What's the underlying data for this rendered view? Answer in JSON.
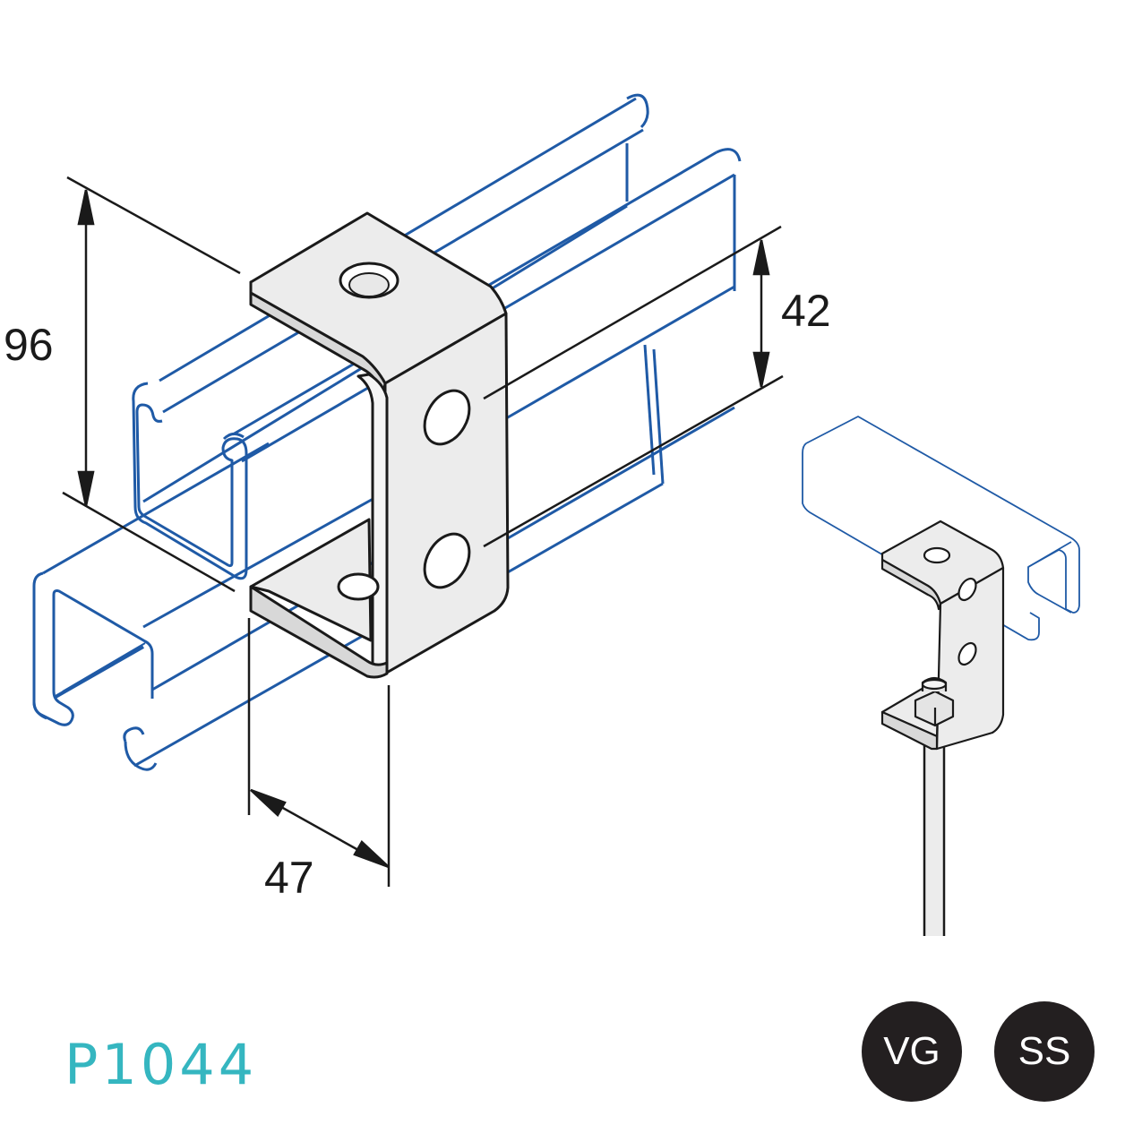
{
  "dimensions": {
    "height": "96",
    "hole_spacing": "42",
    "width": "47"
  },
  "product_code": "P1044",
  "finish_badges": [
    {
      "label": "VG"
    },
    {
      "label": "SS"
    }
  ],
  "colors": {
    "channel_outline": "#1f5aa6",
    "bracket_fill": "#ececec",
    "bracket_stroke": "#1a1a1a",
    "dimension_line": "#1a1a1a",
    "product_code": "#35b6c0",
    "badge_fill": "#231f20",
    "badge_text": "#ffffff"
  }
}
